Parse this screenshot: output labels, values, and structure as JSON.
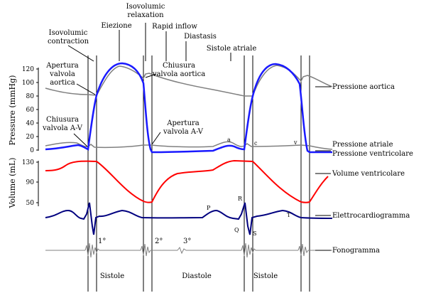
{
  "labels": {
    "isovolumic_relaxation_1": "Isovolumic",
    "isovolumic_relaxation_2": "relaxation",
    "isovolumic_contraction_1": "Isovolumic",
    "isovolumic_contraction_2": "contraction",
    "eiezione": "Eiezione",
    "rapid_inflow": "Rapid inflow",
    "diastasis": "Diastasis",
    "sistole_atriale": "Sistole atriale",
    "apertura_aortica_1": "Apertura",
    "apertura_aortica_2": "valvola",
    "apertura_aortica_3": "aortica",
    "chiusura_aortica_1": "Chiusura",
    "chiusura_aortica_2": "valvola aortica",
    "chiusura_av_1": "Chiusura",
    "chiusura_av_2": "valvola A-V",
    "apertura_av_1": "Apertura",
    "apertura_av_2": "valvola A-V",
    "wave_a": "a",
    "wave_c": "c",
    "wave_v": "v",
    "ecg_P": "P",
    "ecg_R": "R",
    "ecg_Q": "Q",
    "ecg_S": "S",
    "ecg_T": "T",
    "sound_1": "1°",
    "sound_2": "2°",
    "sound_3": "3°",
    "phase_sistole_1": "Sistole",
    "phase_diastole": "Diastole",
    "phase_sistole_2": "Sistole"
  },
  "axes": {
    "pressure_label": "Pressure (mmHg)",
    "pressure_ticks": [
      "120",
      "100",
      "80",
      "60",
      "40",
      "20",
      "0"
    ],
    "volume_label": "Volume (mL)",
    "volume_ticks": [
      "130",
      "90",
      "50"
    ]
  },
  "legend": {
    "pressione_aortica": "Pressione aortica",
    "pressione_atriale": "Pressione atriale",
    "pressione_ventricolare": "Pressione ventricolare",
    "volume_ventricolare": "Volume ventricolare",
    "elettrocardiogramma": "Elettrocardiogramma",
    "fonogramma": "Fonogramma"
  },
  "colors": {
    "aortic": "#808080",
    "atrial": "#808080",
    "ventricular": "#1a1aff",
    "volume": "#ff0000",
    "ecg": "#00007f",
    "phono": "#808080"
  }
}
